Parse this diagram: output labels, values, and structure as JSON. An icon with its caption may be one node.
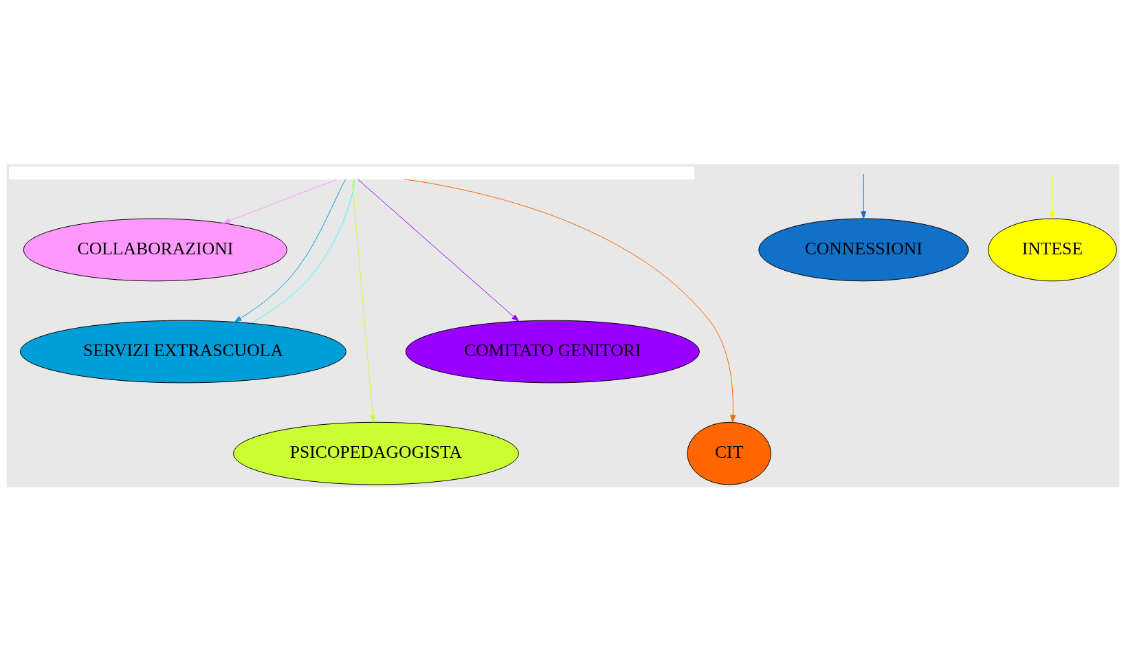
{
  "diagram": {
    "nodes": [
      {
        "text": [],
        "shape": "box"
      },
      {
        "text": [
          "CONNESSIONI"
        ]
      },
      {
        "text": [
          "COLLABORAZIONI"
        ]
      },
      {
        "text": [
          "INTESE"
        ]
      },
      {
        "text": [
          "SERVIZI EXTRASCUOLA"
        ]
      },
      {
        "text": [
          "PSICOPEDAGOGISTA"
        ]
      },
      {
        "text": [
          "COMITATO GENITORI"
        ]
      },
      {
        "text": [
          "CIT"
        ]
      }
    ],
    "edges": [
      {
        "from": null,
        "to": 1,
        "arrow": "to",
        "color": "#1170c8"
      },
      {
        "from": 0,
        "to": 4,
        "arrow": "to",
        "color": "#009ed8"
      },
      {
        "from": 0,
        "to": 4,
        "arrow": "none",
        "color": "#33ffff"
      },
      {
        "from": 0,
        "to": 2,
        "arrow": "to",
        "color": "#ff99ff"
      },
      {
        "from": 0,
        "to": 5,
        "arrow": "to",
        "color": "#ccff33"
      },
      {
        "from": 0,
        "to": 6,
        "arrow": "to",
        "color": "#9900ff"
      },
      {
        "from": 0,
        "to": 7,
        "arrow": "to",
        "color": "#ff6600"
      },
      {
        "from": null,
        "to": 3,
        "arrow": "to",
        "color": "#ffff00"
      }
    ]
  }
}
